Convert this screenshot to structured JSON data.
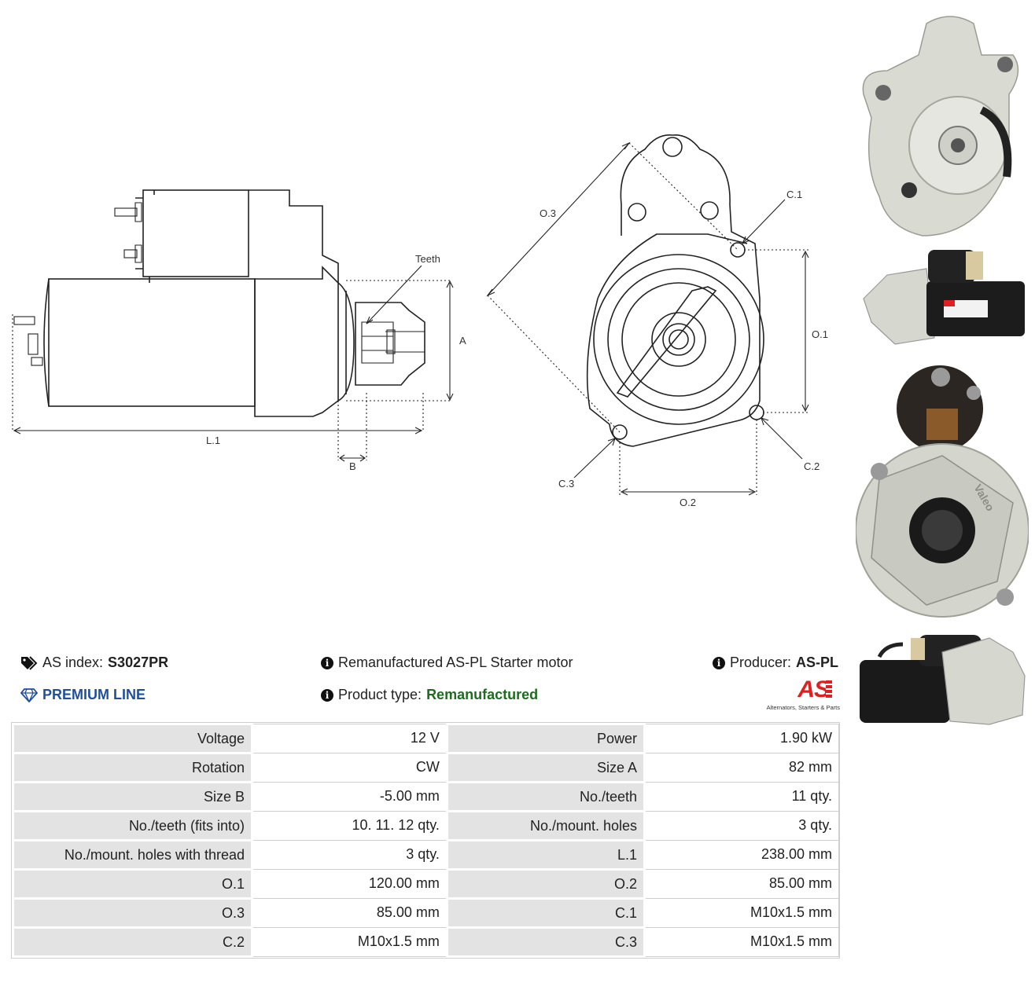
{
  "diagram_labels": {
    "teeth": "Teeth",
    "a": "A",
    "l1": "L.1",
    "b": "B",
    "o3": "O.3",
    "c1": "C.1",
    "o1": "O.1",
    "c2": "C.2",
    "c3": "C.3",
    "o2": "O.2"
  },
  "info": {
    "as_index_label": "AS index:",
    "as_index_value": "S3027PR",
    "premium": "PREMIUM LINE",
    "description": "Remanufactured AS-PL Starter motor",
    "product_type_label": "Product type:",
    "product_type_value": "Remanufactured",
    "producer_label": "Producer:",
    "producer_value": "AS-PL",
    "logo_text": "AS",
    "logo_tagline": "Alternators, Starters & Parts"
  },
  "photo_label": {
    "brand": "Valeo"
  },
  "specs": [
    [
      "Voltage",
      "12 V",
      "Power",
      "1.90 kW"
    ],
    [
      "Rotation",
      "CW",
      "Size A",
      "82 mm"
    ],
    [
      "Size B",
      "-5.00 mm",
      "No./teeth",
      "11 qty."
    ],
    [
      "No./teeth (fits into)",
      "10. 11. 12 qty.",
      "No./mount. holes",
      "3 qty."
    ],
    [
      "No./mount. holes with thread",
      "3 qty.",
      "L.1",
      "238.00 mm"
    ],
    [
      "O.1",
      "120.00 mm",
      "O.2",
      "85.00 mm"
    ],
    [
      "O.3",
      "85.00 mm",
      "C.1",
      "M10x1.5 mm"
    ],
    [
      "C.2",
      "M10x1.5 mm",
      "C.3",
      "M10x1.5 mm"
    ]
  ],
  "colors": {
    "premium": "#1f4fa0",
    "product_type": "#1f6b1f",
    "logo": "#e02020"
  }
}
